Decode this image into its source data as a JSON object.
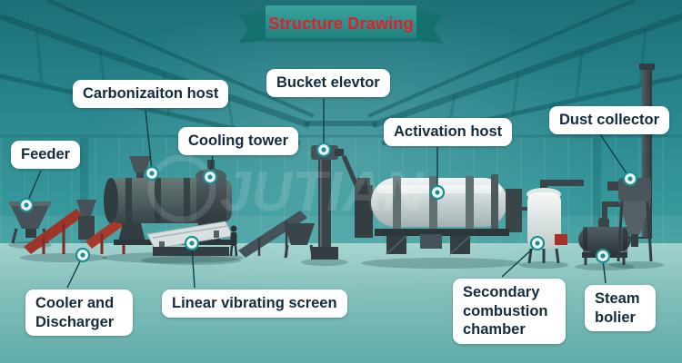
{
  "title": "Structure Drawing",
  "watermark": "JUTIAN",
  "labels": {
    "carbonization_host": "Carbonizaiton host",
    "bucket_elevator": "Bucket elevtor",
    "cooling_tower": "Cooling tower",
    "activation_host": "Activation host",
    "dust_collector": "Dust collector",
    "feeder": "Feeder",
    "cooler_discharger": "Cooler and Discharger",
    "vibrating_screen": "Linear vibrating screen",
    "secondary_combustion": "Secondary combustion chamber",
    "steam_boiler": "Steam bolier"
  },
  "colors": {
    "background_teal": "#2f8d90",
    "banner_green": "#1f8a86",
    "title_red": "#e51e25",
    "label_bg": "#ffffff",
    "label_text": "#142b3e",
    "marker_teal": "#189094"
  }
}
